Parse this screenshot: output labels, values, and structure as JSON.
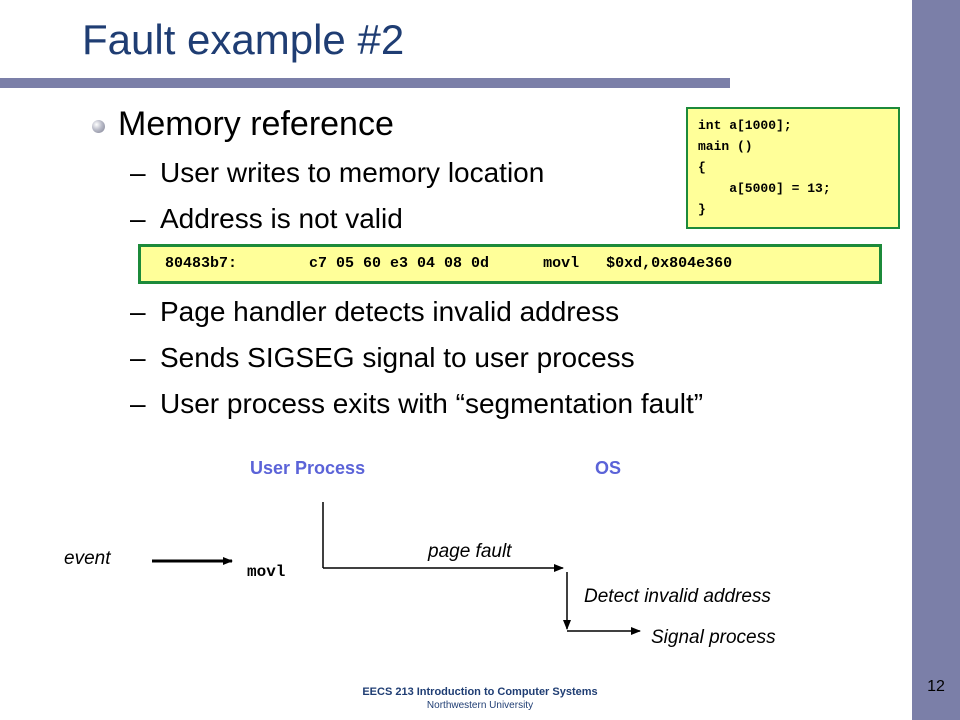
{
  "slide": {
    "title": "Fault example #2",
    "bullet": "Memory reference",
    "sub_bullets_top": [
      "User writes to memory location",
      "Address is not valid"
    ],
    "sub_bullets_bottom": [
      "Page handler detects invalid address",
      "Sends SIGSEG signal to user process",
      "User process exits with “segmentation fault”"
    ],
    "dash": "–",
    "code_lines": [
      "int a[1000];",
      "main ()",
      "{",
      "    a[5000] = 13;",
      "}"
    ],
    "asm": {
      "address": "80483b7:",
      "bytes": "c7 05 60 e3 04 08 0d",
      "instr": "movl",
      "operands": "$0xd,0x804e360"
    },
    "diagram": {
      "user_process": "User Process",
      "os": "OS",
      "event": "event",
      "movl": "movl",
      "page_fault": "page fault",
      "detect": "Detect invalid address",
      "signal": "Signal process"
    },
    "footer": {
      "course": "EECS 213 Introduction to Computer Systems",
      "university": "Northwestern University"
    },
    "page_number": "12"
  }
}
